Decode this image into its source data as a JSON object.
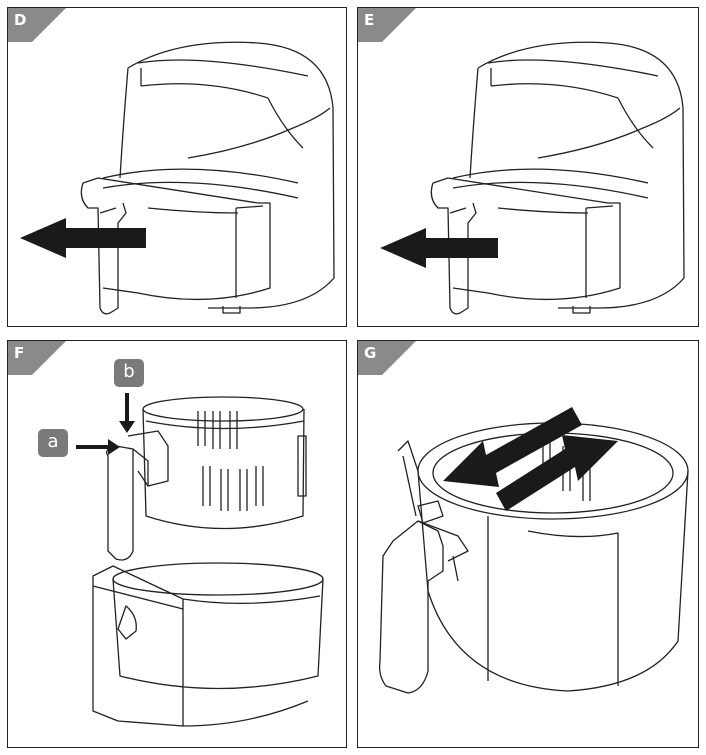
{
  "panels": {
    "d": {
      "label": "D"
    },
    "e": {
      "label": "E"
    },
    "f": {
      "label": "F",
      "callout_a": "a",
      "callout_b": "b"
    },
    "g": {
      "label": "G"
    }
  },
  "colors": {
    "line": "#222222",
    "arrow": "#1a1a1a",
    "tag": "#8a8a8a",
    "callout": "#7a7a7a"
  }
}
